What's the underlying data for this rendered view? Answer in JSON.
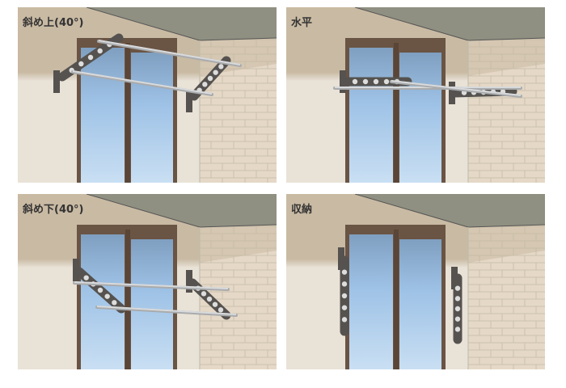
{
  "panels": [
    {
      "label": "斜め上(40°)",
      "state": "up"
    },
    {
      "label": "水平",
      "state": "horizontal"
    },
    {
      "label": "斜め下(40°)",
      "state": "down"
    },
    {
      "label": "収納",
      "state": "stored"
    }
  ],
  "colors": {
    "ceiling": "#8f9081",
    "wall_top": "#c9baa3",
    "wall": "#e9e2d7",
    "brick": "#e5d8c6",
    "frame": "#6a5444",
    "glass": "#9ec2e6",
    "bracket": "#55524f",
    "pole": "#d8dadc"
  }
}
